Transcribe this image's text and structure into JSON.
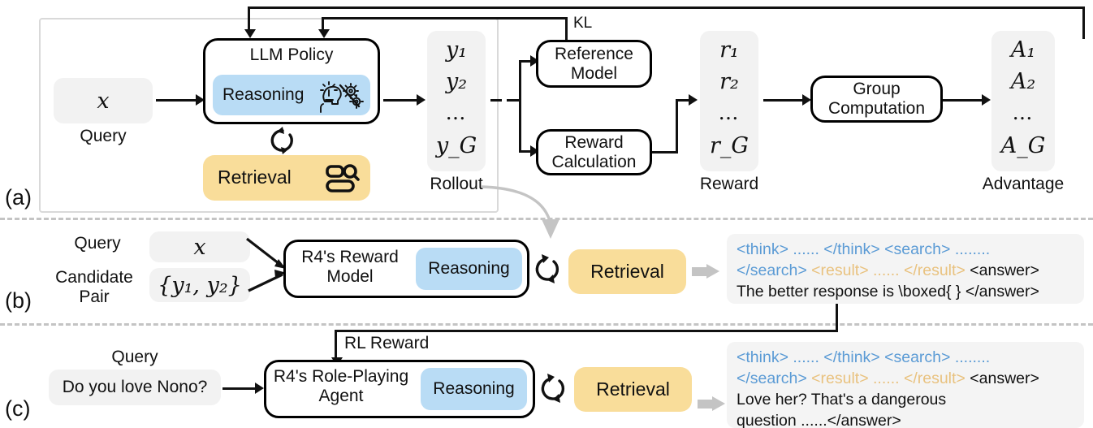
{
  "panels": {
    "a": {
      "tag": "(a)",
      "query_box": {
        "symbol": "x",
        "caption": "Query"
      },
      "policy": {
        "title": "LLM Policy",
        "reasoning_label": "Reasoning",
        "reasoning_icon": "brain-lightbulb-gears-icon",
        "retrieval_label": "Retrieval",
        "retrieval_icon": "database-search-icon",
        "loop_icon": "circular-loop-icon"
      },
      "rollout": {
        "items": [
          "y₁",
          "y₂",
          "…",
          "y_G"
        ],
        "caption": "Rollout"
      },
      "reference_model": "Reference\nModel",
      "reference_model_l1": "Reference",
      "reference_model_l2": "Model",
      "reward_calc_l1": "Reward",
      "reward_calc_l2": "Calculation",
      "kl_label": "KL",
      "reward": {
        "items": [
          "r₁",
          "r₂",
          "…",
          "r_G"
        ],
        "caption": "Reward"
      },
      "group_computation_l1": "Group",
      "group_computation_l2": "Computation",
      "advantage": {
        "items": [
          "A₁",
          "A₂",
          "…",
          "A_G"
        ],
        "caption": "Advantage"
      }
    },
    "b": {
      "tag": "(b)",
      "query_label": "Query",
      "query_value": "x",
      "candidate_label_l1": "Candidate",
      "candidate_label_l2": "Pair",
      "candidate_value": "{y₁, y₂}",
      "model_l1": "R4's Reward",
      "model_l2": "Model",
      "reasoning_label": "Reasoning",
      "retrieval_label": "Retrieval",
      "loop_icon": "circular-loop-icon",
      "gray_arrow_icon": "gray-block-arrow-icon",
      "output": {
        "line1": [
          {
            "t": "<think> ...... </think> <search> ........",
            "c": "think"
          }
        ],
        "line2": [
          {
            "t": "</search> ",
            "c": "think"
          },
          {
            "t": "<result> ...... </result> ",
            "c": "result"
          },
          {
            "t": "<answer>",
            "c": "ans"
          }
        ],
        "line3": [
          {
            "t": "The better response is \\boxed{ } </answer>",
            "c": "body"
          }
        ]
      }
    },
    "c": {
      "tag": "(c)",
      "query_label": "Query",
      "query_value": "Do you love Nono?",
      "rl_reward_label": "RL Reward",
      "model_l1": "R4's Role-Playing",
      "model_l2": "Agent",
      "reasoning_label": "Reasoning",
      "retrieval_label": "Retrieval",
      "loop_icon": "circular-loop-icon",
      "gray_arrow_icon": "gray-block-arrow-icon",
      "output": {
        "line1": [
          {
            "t": "<think> ...... </think> <search> ........",
            "c": "think"
          }
        ],
        "line2": [
          {
            "t": "</search> ",
            "c": "think"
          },
          {
            "t": "<result> ...... </result> ",
            "c": "result"
          },
          {
            "t": "<answer>",
            "c": "ans"
          }
        ],
        "line3": [
          {
            "t": "Love her? That's a dangerous",
            "c": "body"
          }
        ],
        "line4": [
          {
            "t": "question ......</answer>",
            "c": "body"
          }
        ]
      }
    }
  },
  "colors": {
    "reasoning_blue": "#b9dcf5",
    "retrieval_yellow": "#f9dd9a",
    "neutral_gray": "#f2f2f2",
    "token_think": "#5b9bd5",
    "token_result": "#e9c27f",
    "line_black": "#111111",
    "dash_gray": "#c4c4c4"
  }
}
